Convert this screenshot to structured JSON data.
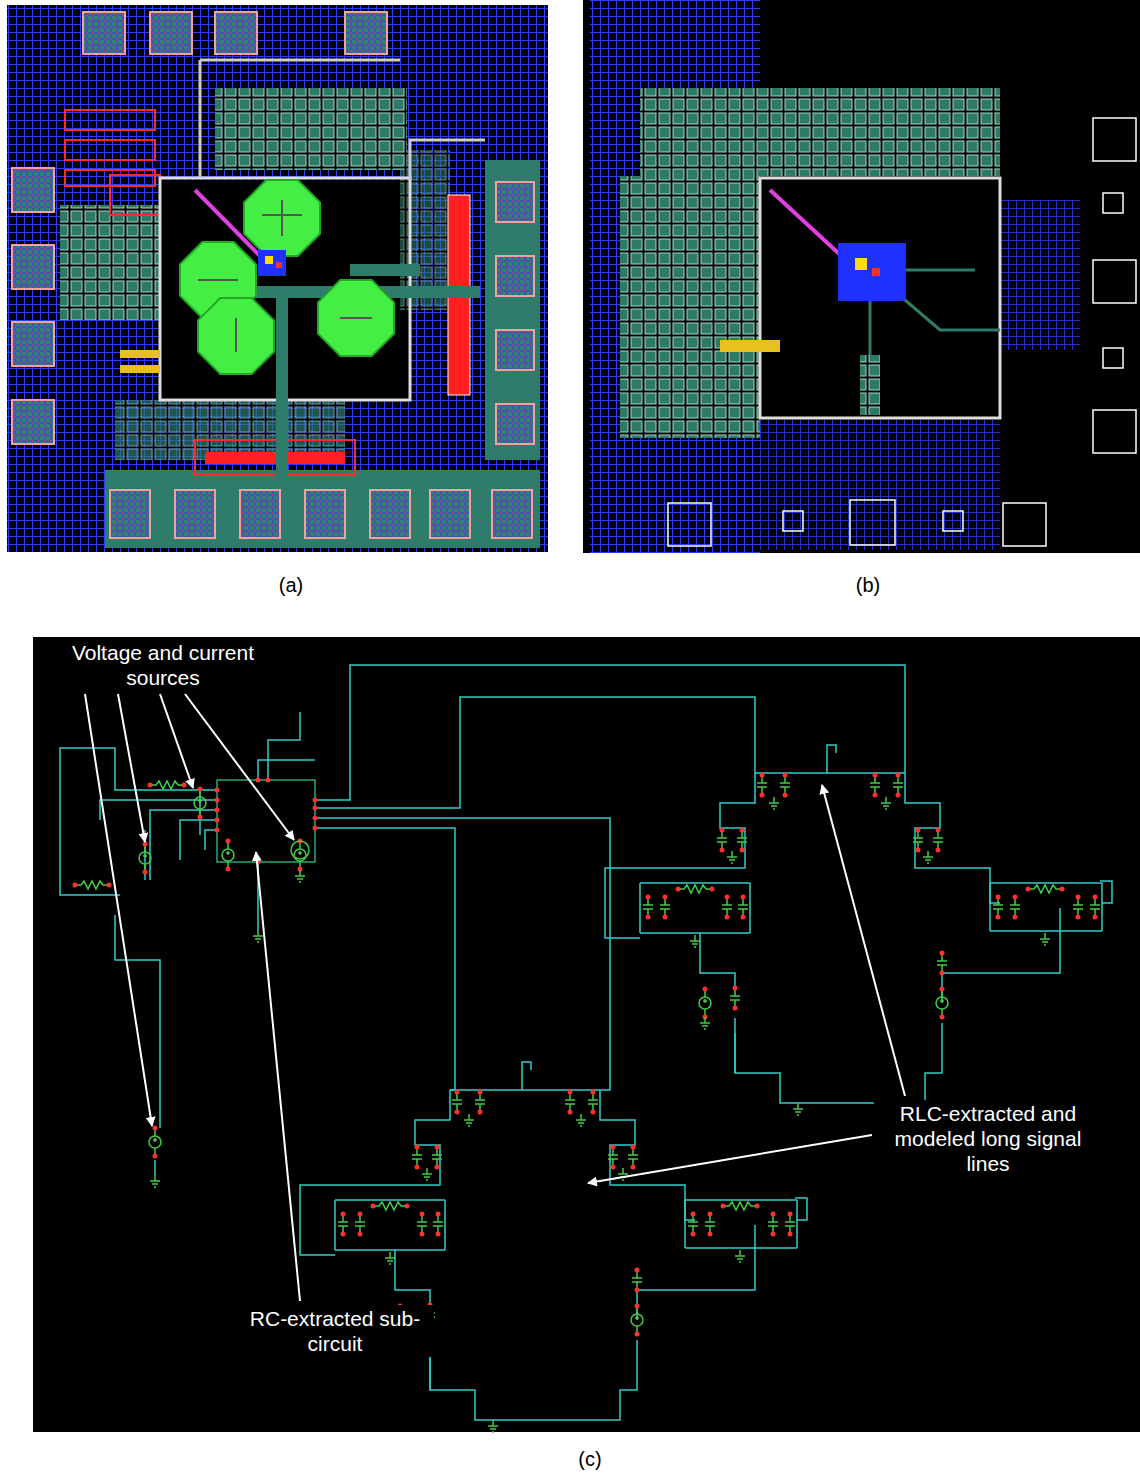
{
  "diagram": {
    "labels": [
      "(a)",
      "(b)",
      "Voltage and current sources",
      "RLC-extracted and modeled long signal lines",
      "RC-extracted sub-circuit",
      "(c)"
    ]
  }
}
